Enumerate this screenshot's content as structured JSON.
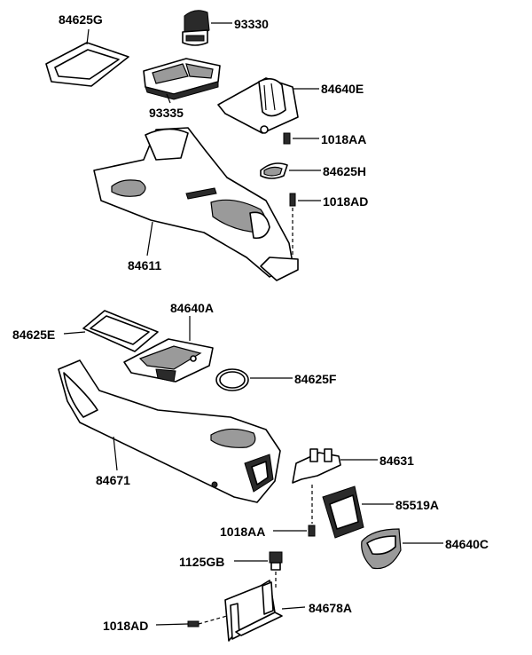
{
  "labels": {
    "p84625G": "84625G",
    "p93330": "93330",
    "p93335": "93335",
    "p84640E": "84640E",
    "p1018AA_top": "1018AA",
    "p84625H": "84625H",
    "p1018AD_top": "1018AD",
    "p84611": "84611",
    "p84640A": "84640A",
    "p84625E": "84625E",
    "p84625F": "84625F",
    "p84631": "84631",
    "p84671": "84671",
    "p85519A": "85519A",
    "p1018AA_bottom": "1018AA",
    "p84640C": "84640C",
    "p1125GB": "1125GB",
    "p84678A": "84678A",
    "p1018AD_bottom": "1018AD"
  }
}
